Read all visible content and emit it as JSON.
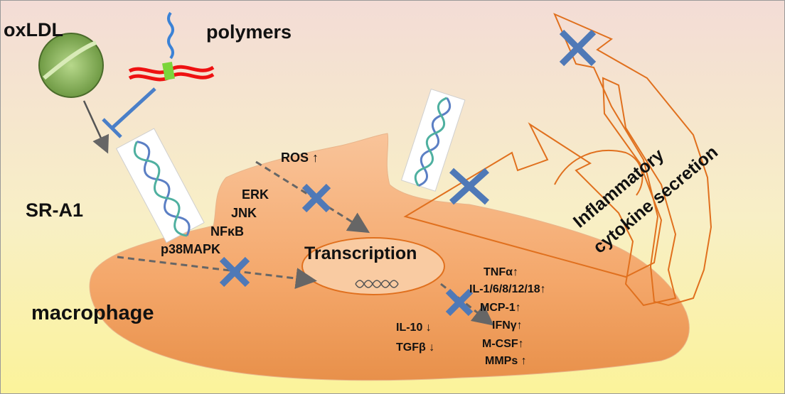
{
  "labels": {
    "oxldl": "oxLDL",
    "polymers": "polymers",
    "sr_a1": "SR-A1",
    "macrophage": "macrophage",
    "ros": "ROS ↑",
    "transcription": "Transcription",
    "inflammatory": "Inflammatory",
    "cytokine_secretion": "cytokine secretion"
  },
  "kinases": [
    "ERK",
    "JNK",
    "NFκB",
    "p38MAPK"
  ],
  "cytokines_up": [
    "TNFα↑",
    "IL-1/6/8/12/18↑",
    "MCP-1↑",
    "IFNγ↑",
    "M-CSF↑",
    "MMPs ↑"
  ],
  "cytokines_down": [
    "IL-10 ↓",
    "TGFβ ↓"
  ],
  "colors": {
    "background_top": "#f3dcd6",
    "background_bottom": "#fbf39a",
    "cell": "#f6b27a",
    "cell_dark": "#e48a3f",
    "arrow_outline": "#e0701e",
    "cross": "#4f79b7",
    "inhibitor": "#4a7fc8",
    "dashed_arrow": "#666666",
    "oxldl": "#8cb35e"
  }
}
